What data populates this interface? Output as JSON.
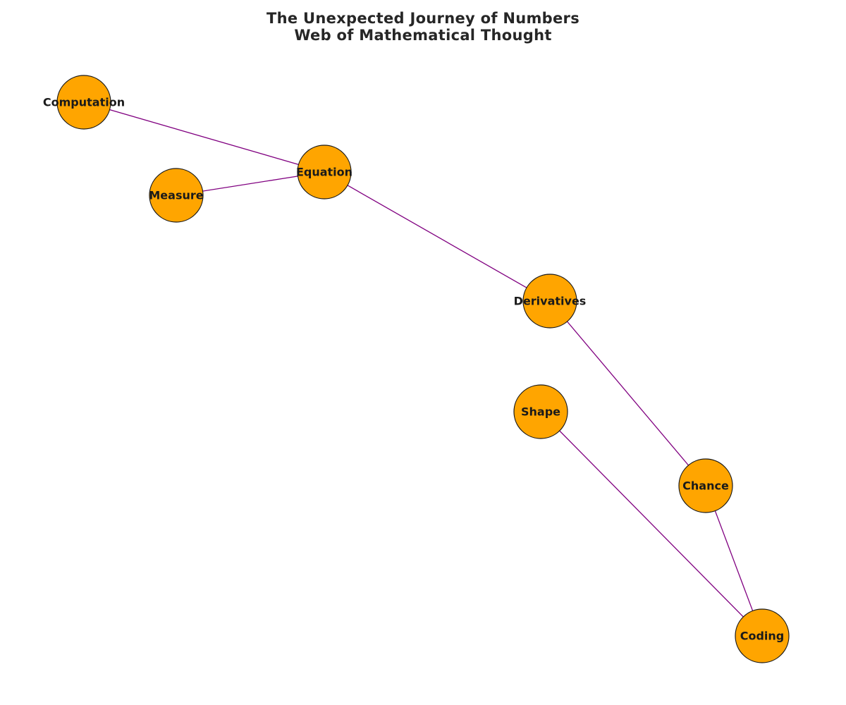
{
  "title": {
    "line1": "The Unexpected Journey of Numbers",
    "line2": "Web of Mathematical Thought"
  },
  "colors": {
    "node_fill": "#FFA500",
    "node_stroke": "#1a1a1a",
    "edge": "#800080",
    "label": "#1a1a1a"
  },
  "nodes": [
    {
      "id": "computation",
      "label": "Computation"
    },
    {
      "id": "equation",
      "label": "Equation"
    },
    {
      "id": "measure",
      "label": "Measure"
    },
    {
      "id": "derivatives",
      "label": "Derivatives"
    },
    {
      "id": "shape",
      "label": "Shape"
    },
    {
      "id": "chance",
      "label": "Chance"
    },
    {
      "id": "coding",
      "label": "Coding"
    }
  ],
  "edges": [
    {
      "source": "computation",
      "target": "equation"
    },
    {
      "source": "measure",
      "target": "equation"
    },
    {
      "source": "equation",
      "target": "derivatives"
    },
    {
      "source": "derivatives",
      "target": "chance"
    },
    {
      "source": "chance",
      "target": "coding"
    },
    {
      "source": "shape",
      "target": "coding"
    }
  ]
}
